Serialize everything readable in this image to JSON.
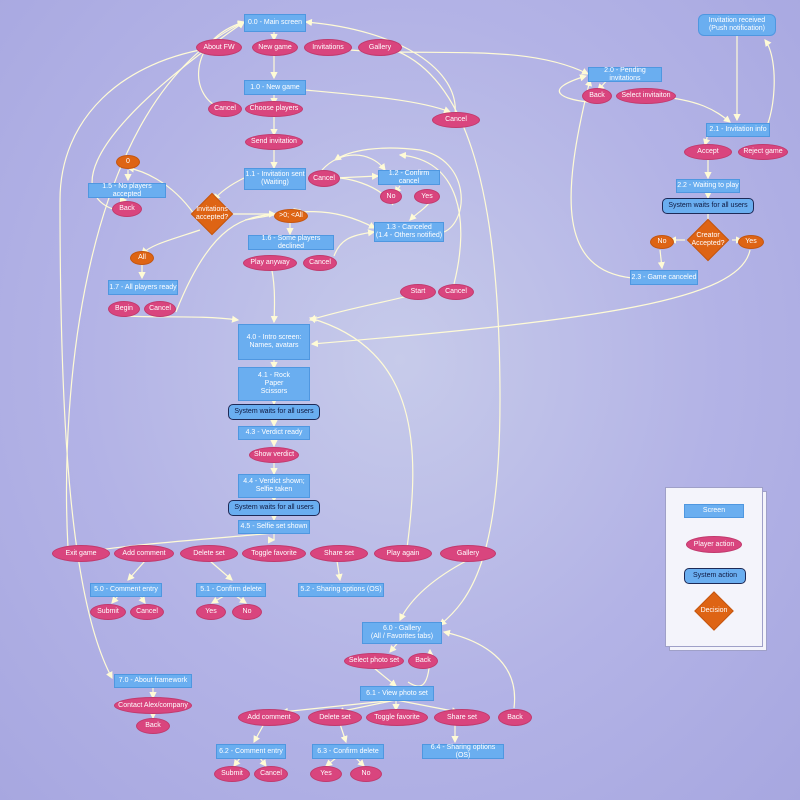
{
  "screens": {
    "s0_0": "0.0 - Main screen",
    "s1_0": "1.0 - New game",
    "s1_1": "1.1 - Invitation sent\n(Waiting)",
    "s1_2": "1.2 - Confirm cancel",
    "s1_3": "1.3 - Canceled\n(1.4 - Others notified)",
    "s1_5": "1.5 - No players accepted",
    "s1_6": "1.6 - Some players declined",
    "s1_7": "1.7 - All players ready",
    "s2_0": "2.0 - Pending invitations",
    "s2_1": "2.1 - Invitation info",
    "s2_2": "2.2 - Waiting to play",
    "s2_3": "2.3 - Game canceled",
    "push": "Invitation received\n(Push notification)",
    "s4_0": "4.0 - Intro screen:\nNames, avatars",
    "s4_1": "4.1 - Rock\nPaper\nScissors",
    "s4_3": "4.3 - Verdict ready",
    "s4_4": "4.4 - Verdict shown;\nSelfie taken",
    "s4_5": "4.5 - Selfie set shown",
    "s5_0": "5.0 - Comment entry",
    "s5_1": "5.1 - Confirm delete",
    "s5_2": "5.2 - Sharing options (OS)",
    "s6_0": "6.0 - Gallery\n(All / Favorites tabs)",
    "s6_1": "6.1 - View photo set",
    "s6_2": "6.2 - Comment entry",
    "s6_3": "6.3 - Confirm delete",
    "s6_4": "6.4 - Sharing options (OS)",
    "s7_0": "7.0 - About framework"
  },
  "actions": {
    "about_fw": "About FW",
    "new_game": "New game",
    "invitations": "Invitations",
    "gallery_top": "Gallery",
    "cancel_1": "Cancel",
    "choose_players": "Choose players",
    "cancel_2": "Cancel",
    "send_invitation": "Send invitation",
    "cancel_3": "Cancel",
    "no_12": "No",
    "yes_12": "Yes",
    "back_15": "Back",
    "play_anyway": "Play anyway",
    "cancel_16": "Cancel",
    "start": "Start",
    "cancel_start": "Cancel",
    "begin": "Begin",
    "cancel_17": "Cancel",
    "back_20": "Back",
    "select_invitation": "Select invitaiton",
    "accept": "Accept",
    "reject_game": "Reject game",
    "show_verdict": "Show verdict",
    "exit_game": "Exit game",
    "add_comment": "Add comment",
    "delete_set": "Delete set",
    "toggle_favorite": "Toggle favorite",
    "share_set": "Share set",
    "play_again": "Play again",
    "gallery_45": "Gallery",
    "submit_5": "Submit",
    "cancel_5": "Cancel",
    "yes_51": "Yes",
    "no_51": "No",
    "select_photo_set": "Select photo set",
    "back_60": "Back",
    "add_comment_61": "Add comment",
    "delete_set_61": "Delete set",
    "toggle_favorite_61": "Toggle favorite",
    "share_set_61": "Share set",
    "back_61": "Back",
    "submit_62": "Submit",
    "cancel_62": "Cancel",
    "yes_63": "Yes",
    "no_63": "No",
    "contact": "Contact Alex/company",
    "back_70": "Back"
  },
  "system": {
    "sys_22": "System waits for all users",
    "sys_41": "System waits for all users",
    "sys_44": "System waits for all users"
  },
  "decisions": {
    "invitations_accepted": "Invitations\naccepted?",
    "creator_accepted": "Creator\nAccepted?"
  },
  "outcomes": {
    "zero": "0",
    "some": ">0; <All",
    "all": "All",
    "no_22": "No",
    "yes_22": "Yes"
  },
  "legend": {
    "screen": "Screen",
    "player_action": "Player action",
    "system_action": "System action",
    "decision": "Decision"
  },
  "colors": {
    "screen": "#6aaef0",
    "action": "#d9457e",
    "system_border": "#1e2a57",
    "decision": "#de6414",
    "connector": "#fffbd6"
  }
}
